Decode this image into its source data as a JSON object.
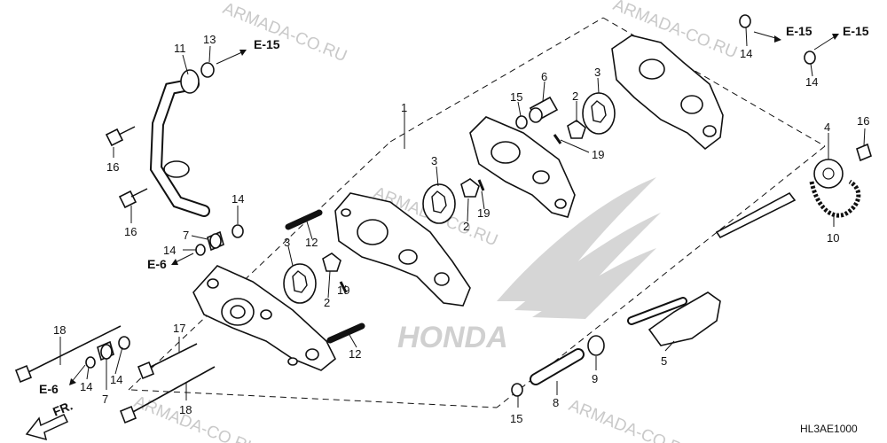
{
  "watermark": "ARMADA-CO.RU",
  "brand_text": "HONDA",
  "diagram_code": "HL3AE1000",
  "front_marker": "FR.",
  "refs": {
    "e15": "E-15",
    "e6": "E-6"
  },
  "callouts": {
    "p1": "1",
    "p2": "2",
    "p3": "3",
    "p4": "4",
    "p5": "5",
    "p6": "6",
    "p7": "7",
    "p8": "8",
    "p9": "9",
    "p10": "10",
    "p11": "11",
    "p12": "12",
    "p13": "13",
    "p14": "14",
    "p15": "15",
    "p16": "16",
    "p17": "17",
    "p18": "18",
    "p19": "19"
  }
}
